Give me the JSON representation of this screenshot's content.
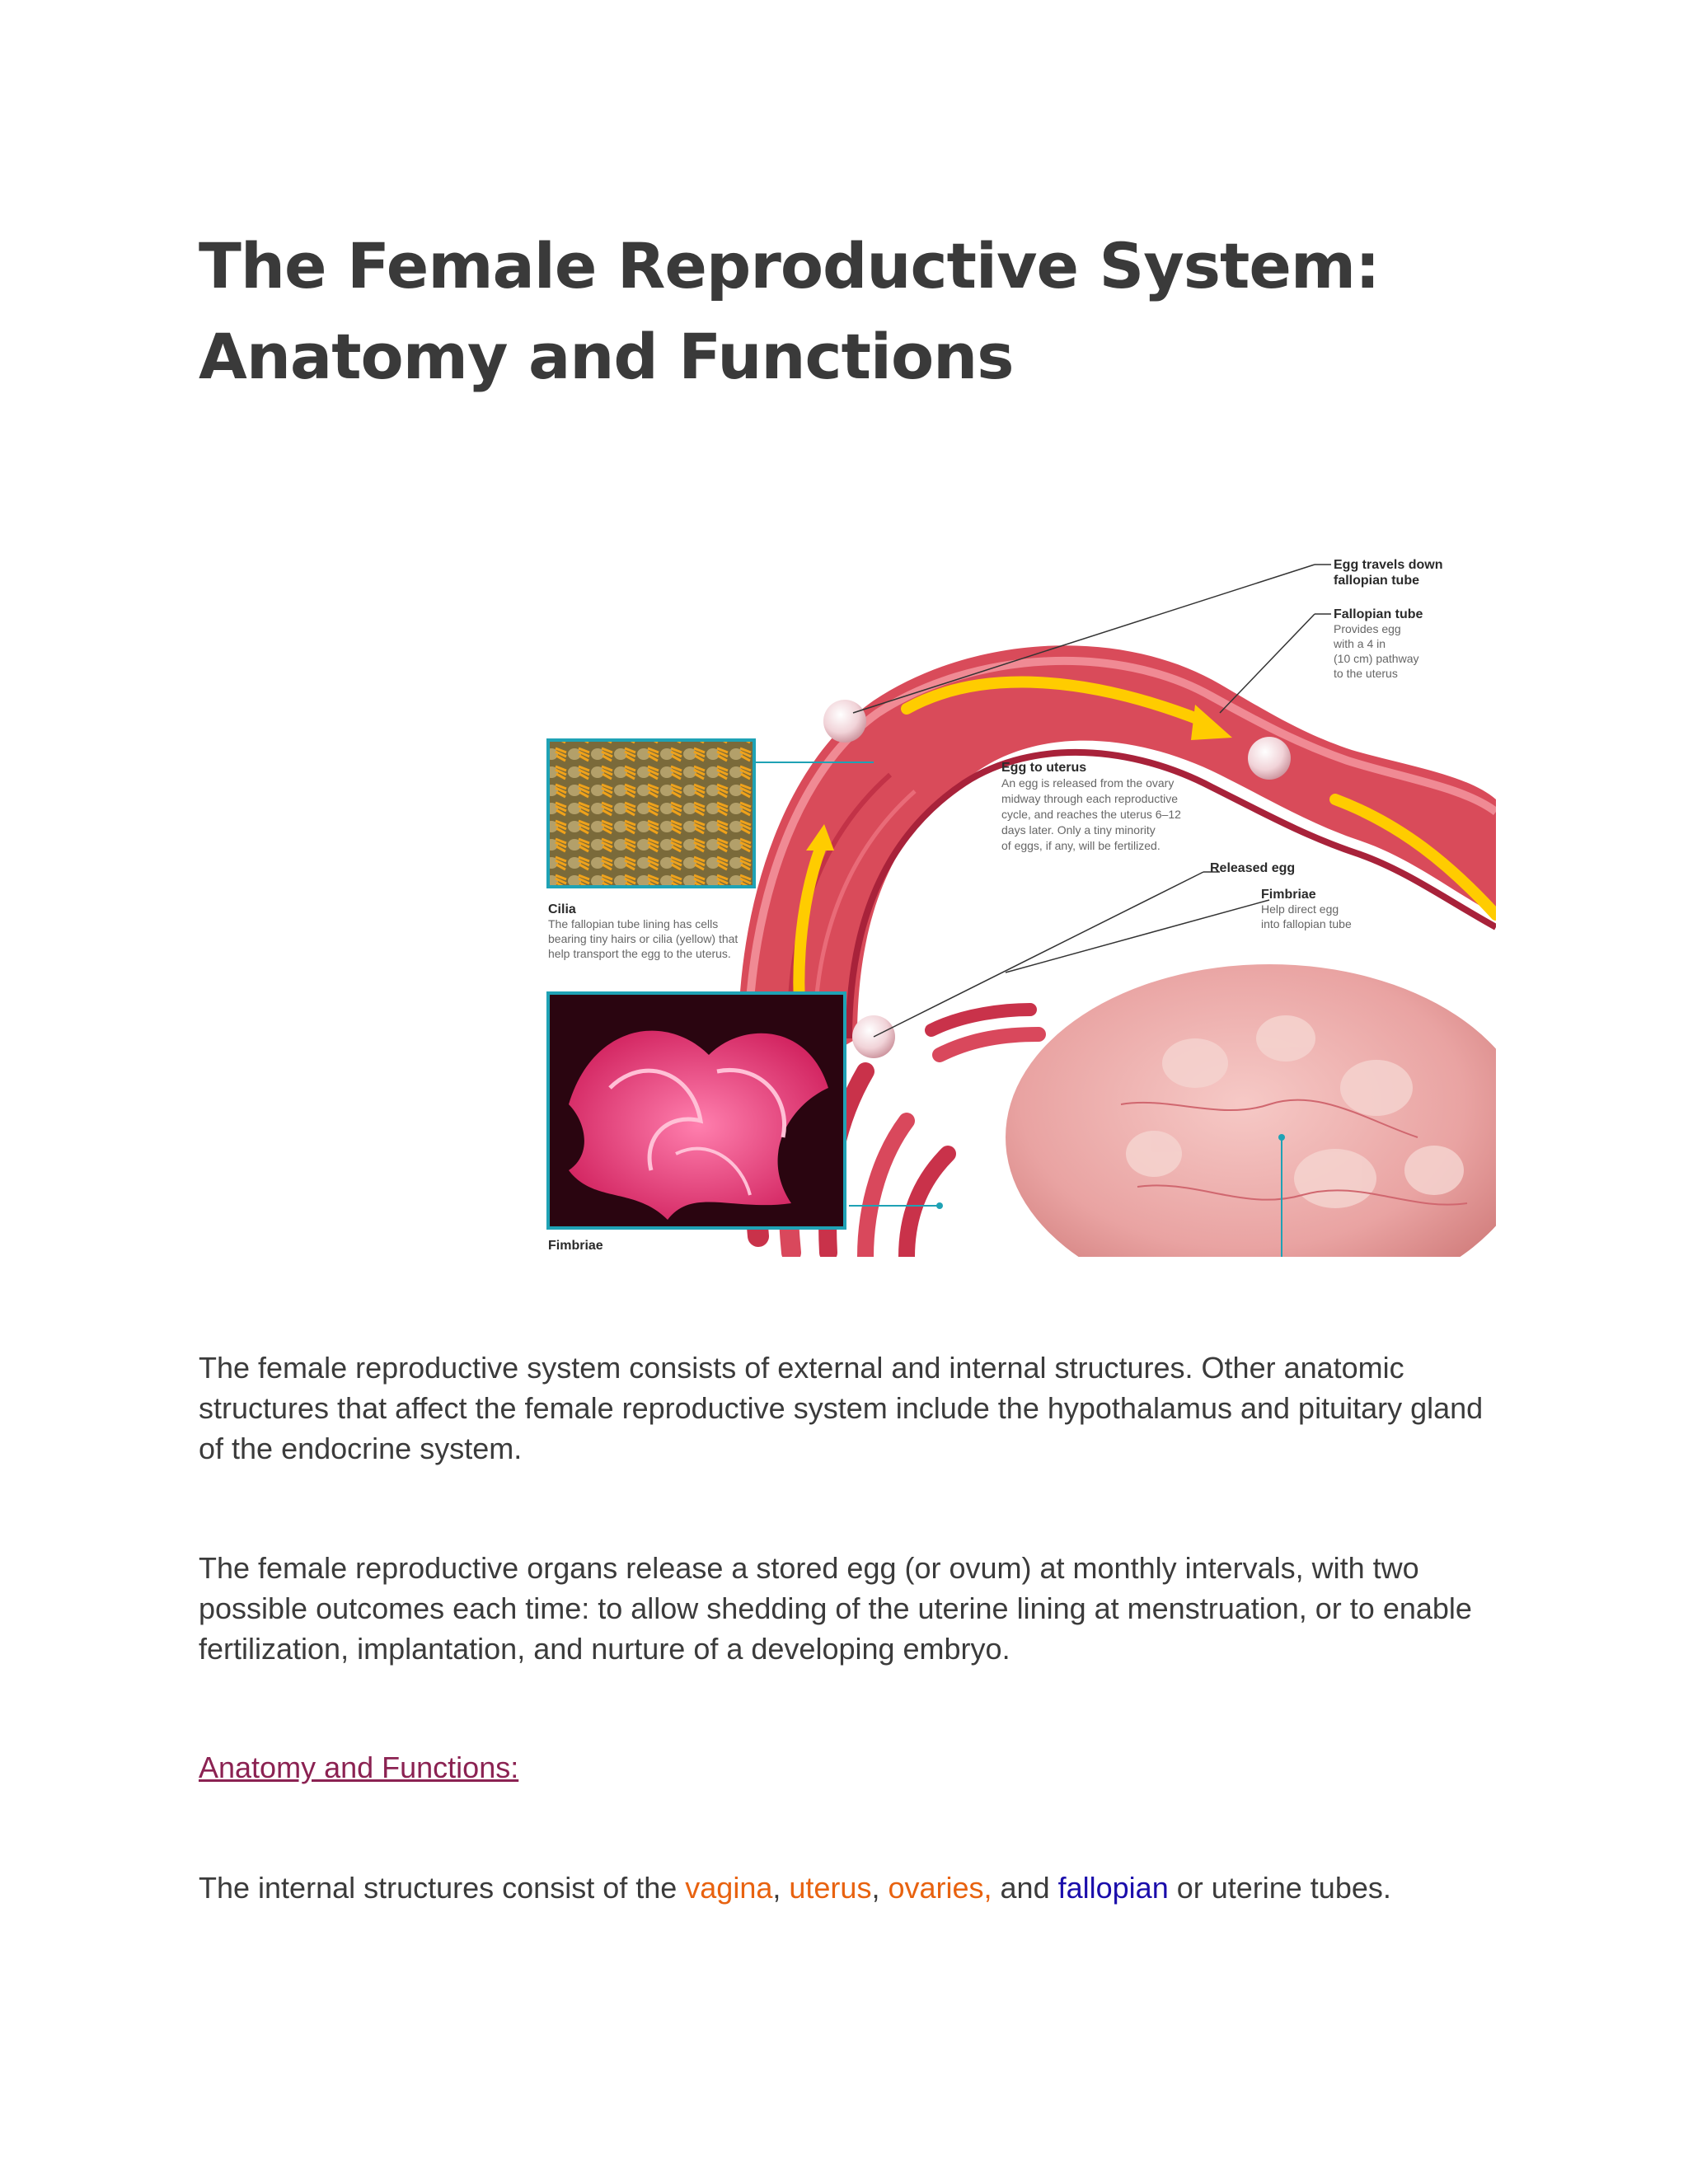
{
  "page": {
    "title_line1": "The Female Reproductive System:",
    "title_line2": "Anatomy and Functions"
  },
  "figure": {
    "labels": {
      "egg_travels_1": "Egg travels down",
      "egg_travels_2": "fallopian tube",
      "fallopian_title": "Fallopian tube",
      "fallopian_desc_1": "Provides egg",
      "fallopian_desc_2": "with a 4 in",
      "fallopian_desc_3": "(10 cm) pathway",
      "fallopian_desc_4": "to the uterus",
      "egg_uterus_title": "Egg to uterus",
      "egg_uterus_desc_1": "An egg is released from the ovary",
      "egg_uterus_desc_2": "midway through each reproductive",
      "egg_uterus_desc_3": "cycle, and reaches the uterus 6–12",
      "egg_uterus_desc_4": "days later. Only a tiny minority",
      "egg_uterus_desc_5": "of eggs, if any, will be fertilized.",
      "released_egg": "Released egg",
      "fimbriae_title": "Fimbriae",
      "fimbriae_desc_1": "Help direct egg",
      "fimbriae_desc_2": "into fallopian tube",
      "cilia_title": "Cilia",
      "cilia_desc_1": "The fallopian tube lining has cells",
      "cilia_desc_2": "bearing tiny hairs or cilia (yellow) that",
      "cilia_desc_3": "help transport the egg to the uterus.",
      "fimbriae_caption": "Fimbriae"
    }
  },
  "body": {
    "para1": "The female reproductive system consists of external and internal structures. Other anatomic structures that affect the female reproductive system include the hypothalamus and pituitary gland of the endocrine system.",
    "para2": "The female reproductive organs release a stored egg (or ovum) at monthly intervals, with two possible outcomes each time: to allow shedding of the uterine lining at menstruation, or to enable fertilization, implantation, and nurture of a developing embryo.",
    "section_link": "Anatomy and Functions:",
    "para3": {
      "prefix": "The internal structures consist of the ",
      "vagina": "vagina",
      "comma1": ", ",
      "uterus": "uterus",
      "comma2": ", ",
      "ovaries": "ovaries,",
      "and": " and ",
      "fallopian": "fallopian",
      "suffix": " or uterine tubes."
    }
  },
  "colors": {
    "title": "#3a3a3a",
    "body_text": "#3b3b3b",
    "link": "#8b2252",
    "keyword_orange": "#e8620f",
    "keyword_blue": "#1a0dab",
    "tube_red": "#d94b5a",
    "arrow_yellow": "#ffcc00",
    "frame_teal": "#1fa2b5"
  }
}
